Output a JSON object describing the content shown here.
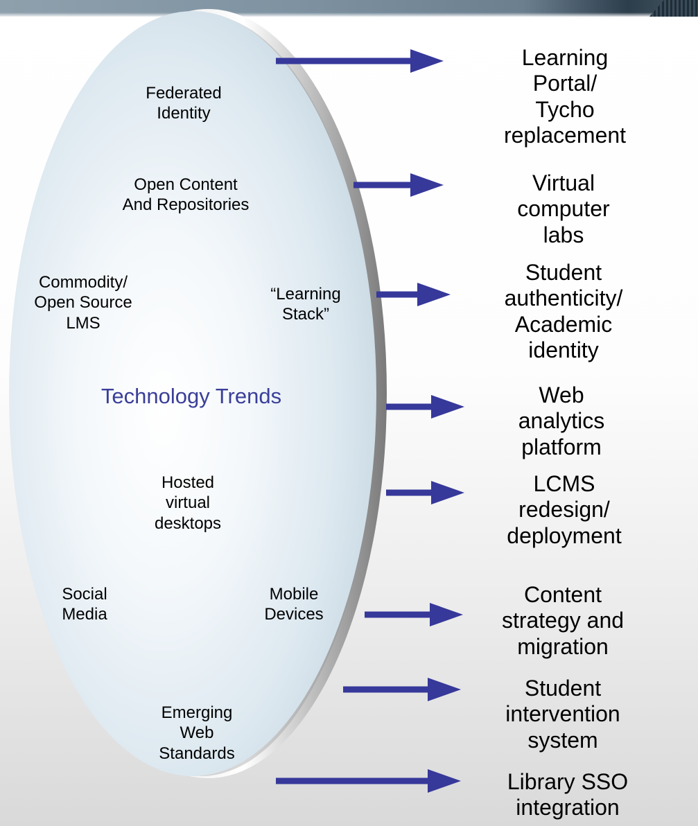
{
  "center_title": "Technology Trends",
  "trends": [
    {
      "id": "federated",
      "text": "Federated\nIdentity"
    },
    {
      "id": "open-content",
      "text": "Open Content\nAnd Repositories"
    },
    {
      "id": "commodity",
      "text": "Commodity/\nOpen Source\nLMS"
    },
    {
      "id": "learning-stack",
      "text": "“Learning\nStack”"
    },
    {
      "id": "hosted",
      "text": "Hosted\nvirtual\ndesktops"
    },
    {
      "id": "social",
      "text": "Social\nMedia"
    },
    {
      "id": "mobile",
      "text": "Mobile\nDevices"
    },
    {
      "id": "emerging",
      "text": "Emerging\nWeb\nStandards"
    }
  ],
  "outcomes": [
    {
      "id": "learning-portal",
      "text": "Learning Portal/\nTycho replacement"
    },
    {
      "id": "virtual-labs",
      "text": "Virtual computer labs"
    },
    {
      "id": "student-authenticity",
      "text": "Student authenticity/\nAcademic identity"
    },
    {
      "id": "web-analytics",
      "text": "Web analytics\nplatform"
    },
    {
      "id": "lcms",
      "text": "LCMS redesign/\ndeployment"
    },
    {
      "id": "content-strategy",
      "text": "Content strategy and\nmigration"
    },
    {
      "id": "student-intervention",
      "text": "Student intervention\nsystem"
    },
    {
      "id": "library-sso",
      "text": "Library SSO\nintegration"
    }
  ],
  "colors": {
    "arrow": "#36389a",
    "title_text": "#3a3f99",
    "lens_fill": "#d3e2ec",
    "rim": "#9a9a9a"
  }
}
